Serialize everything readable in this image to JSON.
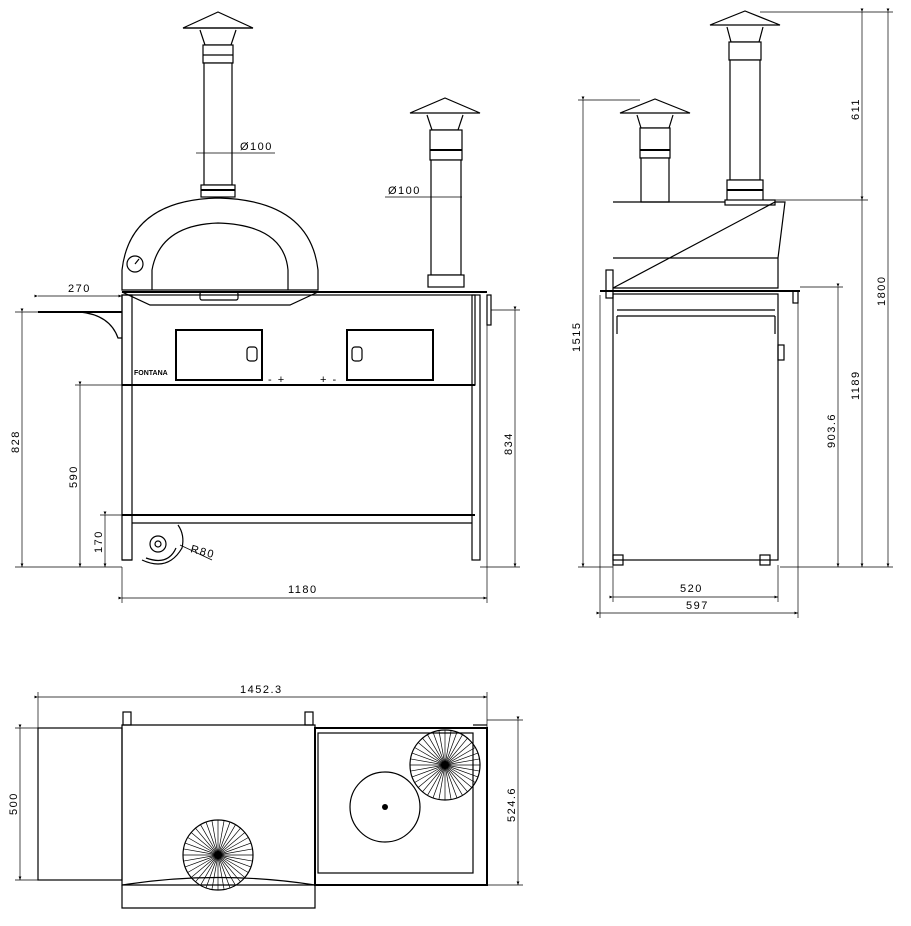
{
  "logo": "FONTANA",
  "front_view": {
    "dims": {
      "shelf_width": "270",
      "flue_diameter_left": "Ø100",
      "flue_diameter_right": "Ø100",
      "total_height_to_shelf": "828",
      "height_590": "590",
      "height_170": "170",
      "height_834": "834",
      "width": "1180",
      "radius": "R80"
    },
    "control_marks": [
      "- +",
      "+ -"
    ]
  },
  "side_view": {
    "dims": {
      "chimney_611": "611",
      "total_height": "1800",
      "short_chimney_height": "1515",
      "height_1189": "1189",
      "height_903": "903.6",
      "depth_520": "520",
      "depth_597": "597"
    }
  },
  "top_view": {
    "dims": {
      "total_width": "1452.3",
      "depth_500": "500",
      "depth_524": "524.6"
    }
  }
}
